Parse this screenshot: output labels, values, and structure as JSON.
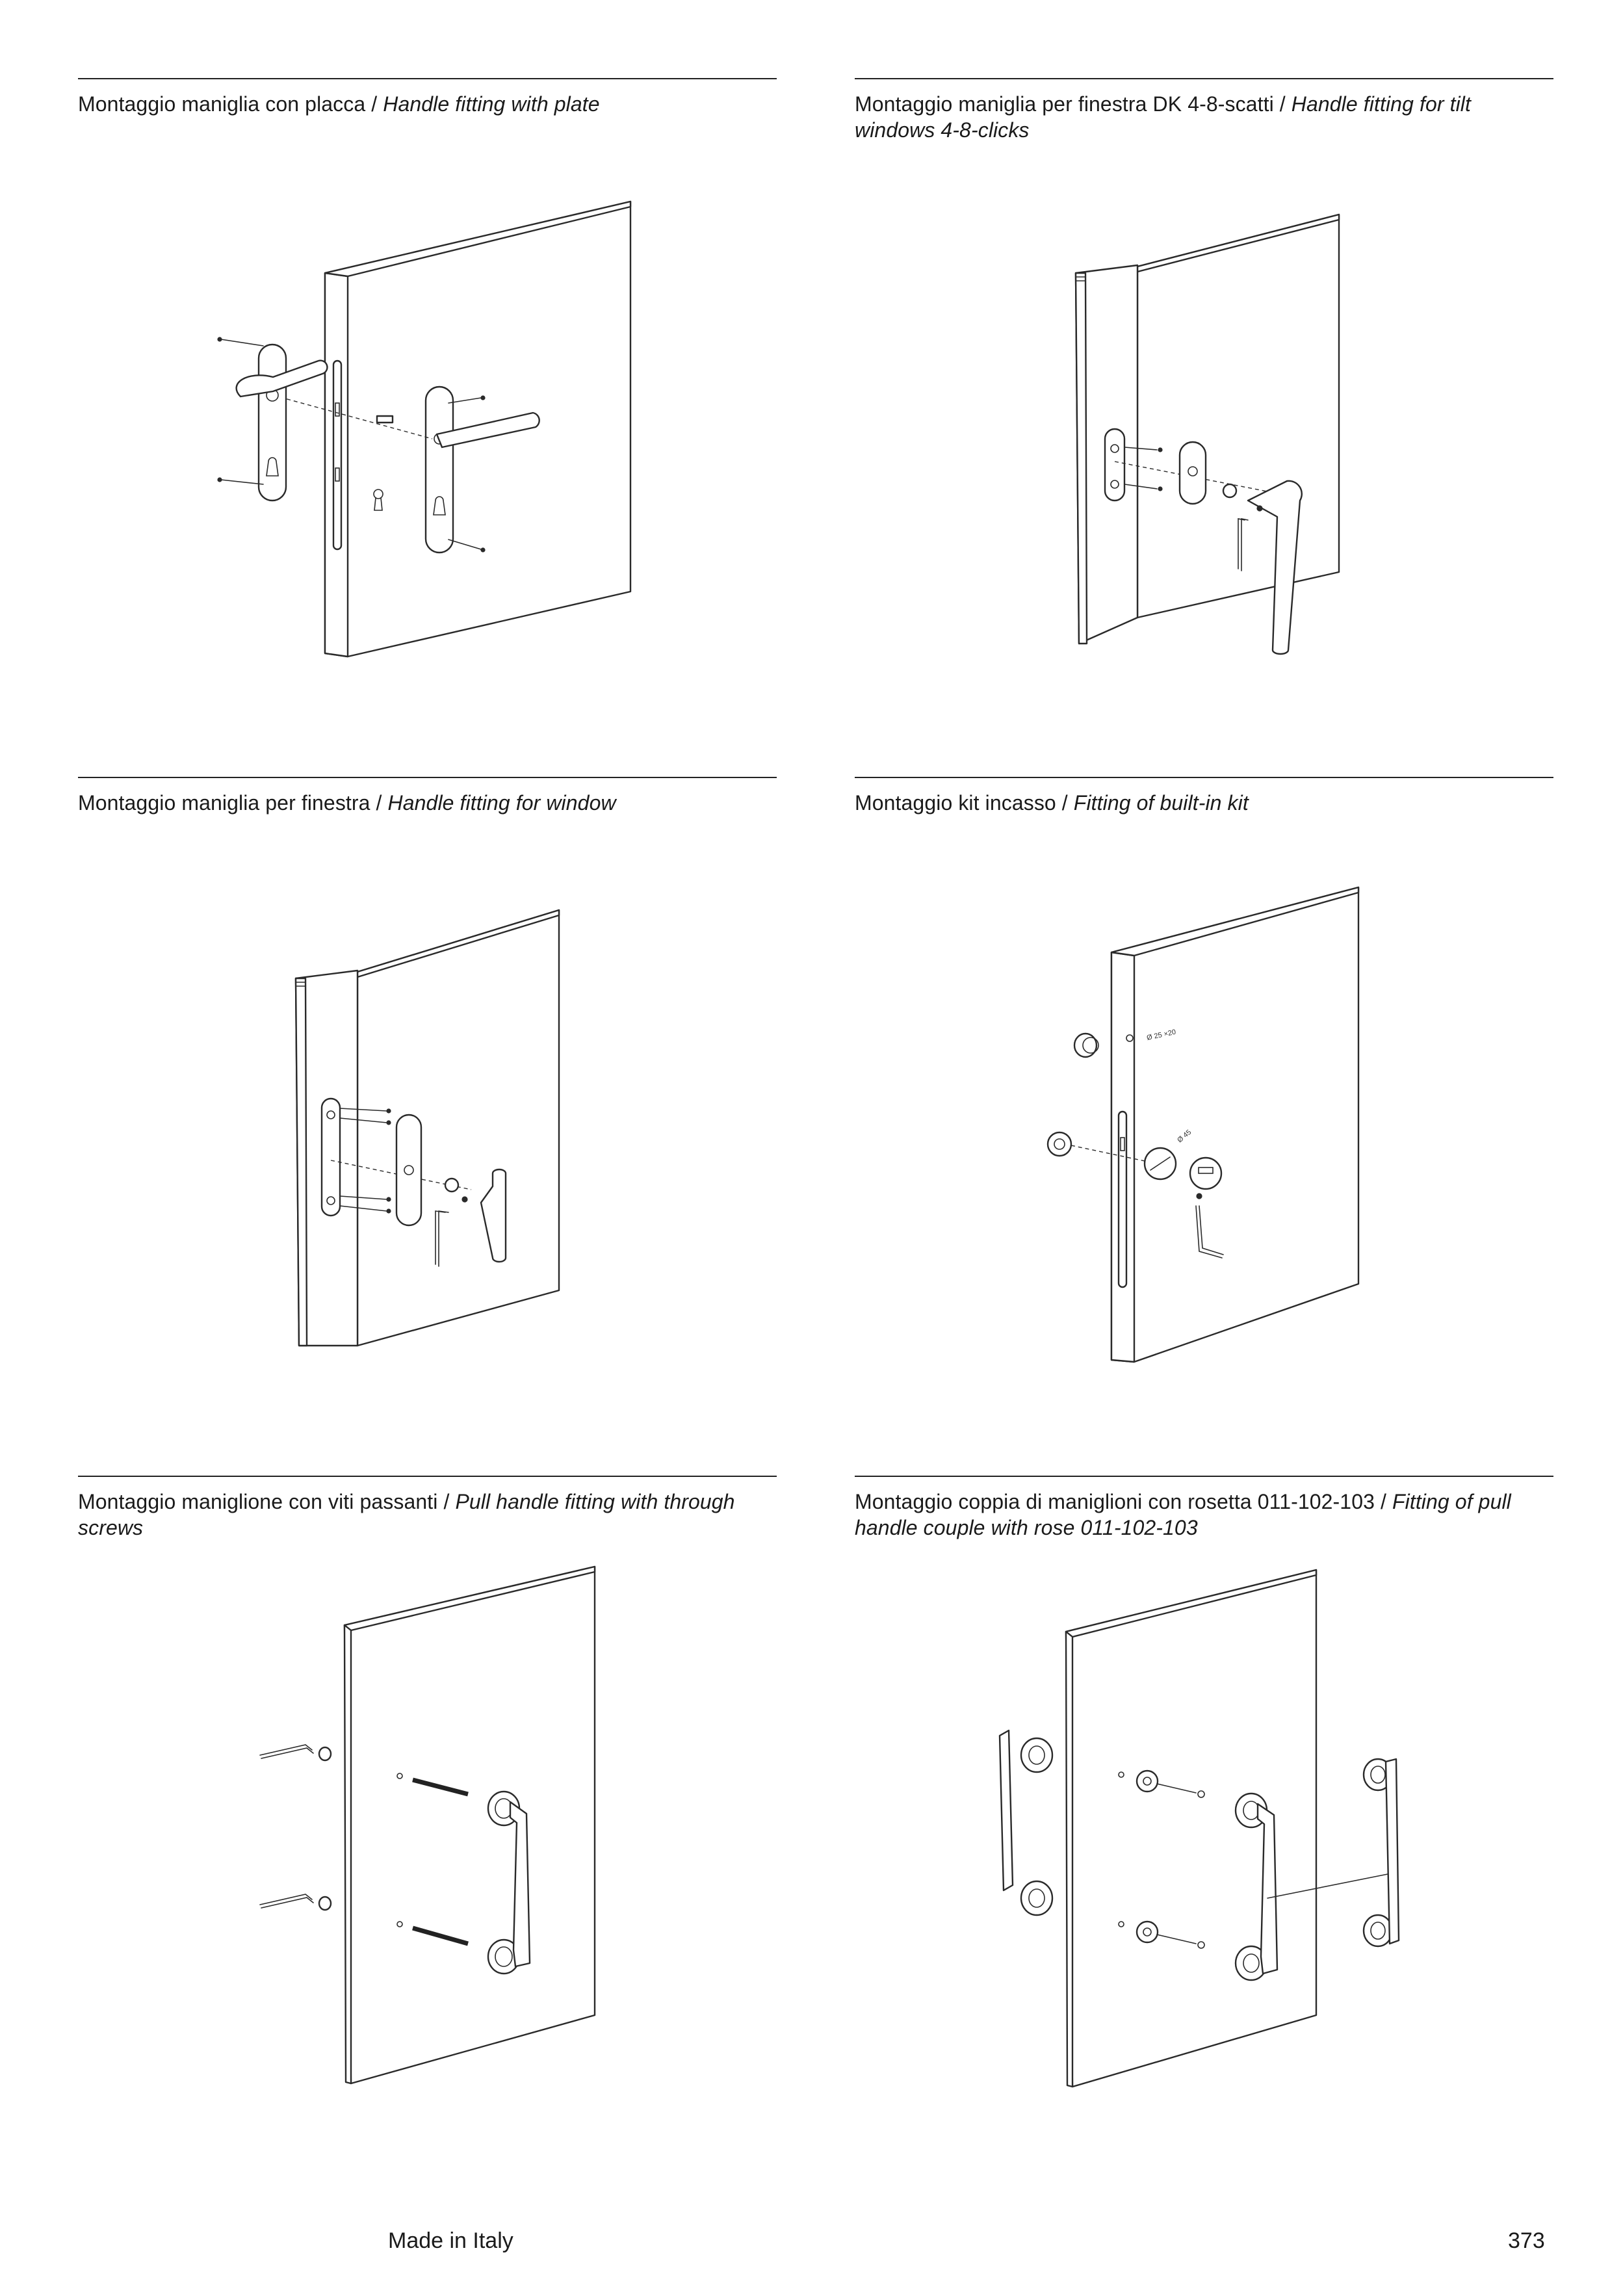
{
  "panels": [
    {
      "it": "Montaggio maniglia con placca / ",
      "en": "Handle fitting with plate"
    },
    {
      "it": "Montaggio maniglia per finestra DK 4-8-scatti / ",
      "en": "Handle fitting for tilt windows 4-8-clicks"
    },
    {
      "it": "Montaggio maniglia per finestra / ",
      "en": "Handle fitting for window"
    },
    {
      "it": "Montaggio kit incasso / ",
      "en": "Fitting of built-in kit"
    },
    {
      "it": "Montaggio maniglione con viti passanti / ",
      "en": "Pull handle fitting with through screws"
    },
    {
      "it": "Montaggio coppia di maniglioni con rosetta 011-102-103 / ",
      "en": "Fitting of pull handle couple with rose 011-102-103"
    }
  ],
  "kit_labels": {
    "dim1": "Ø 25 ×20",
    "dim2": "Ø 45"
  },
  "footer": {
    "made_in": "Made in Italy",
    "page_number": "373"
  }
}
